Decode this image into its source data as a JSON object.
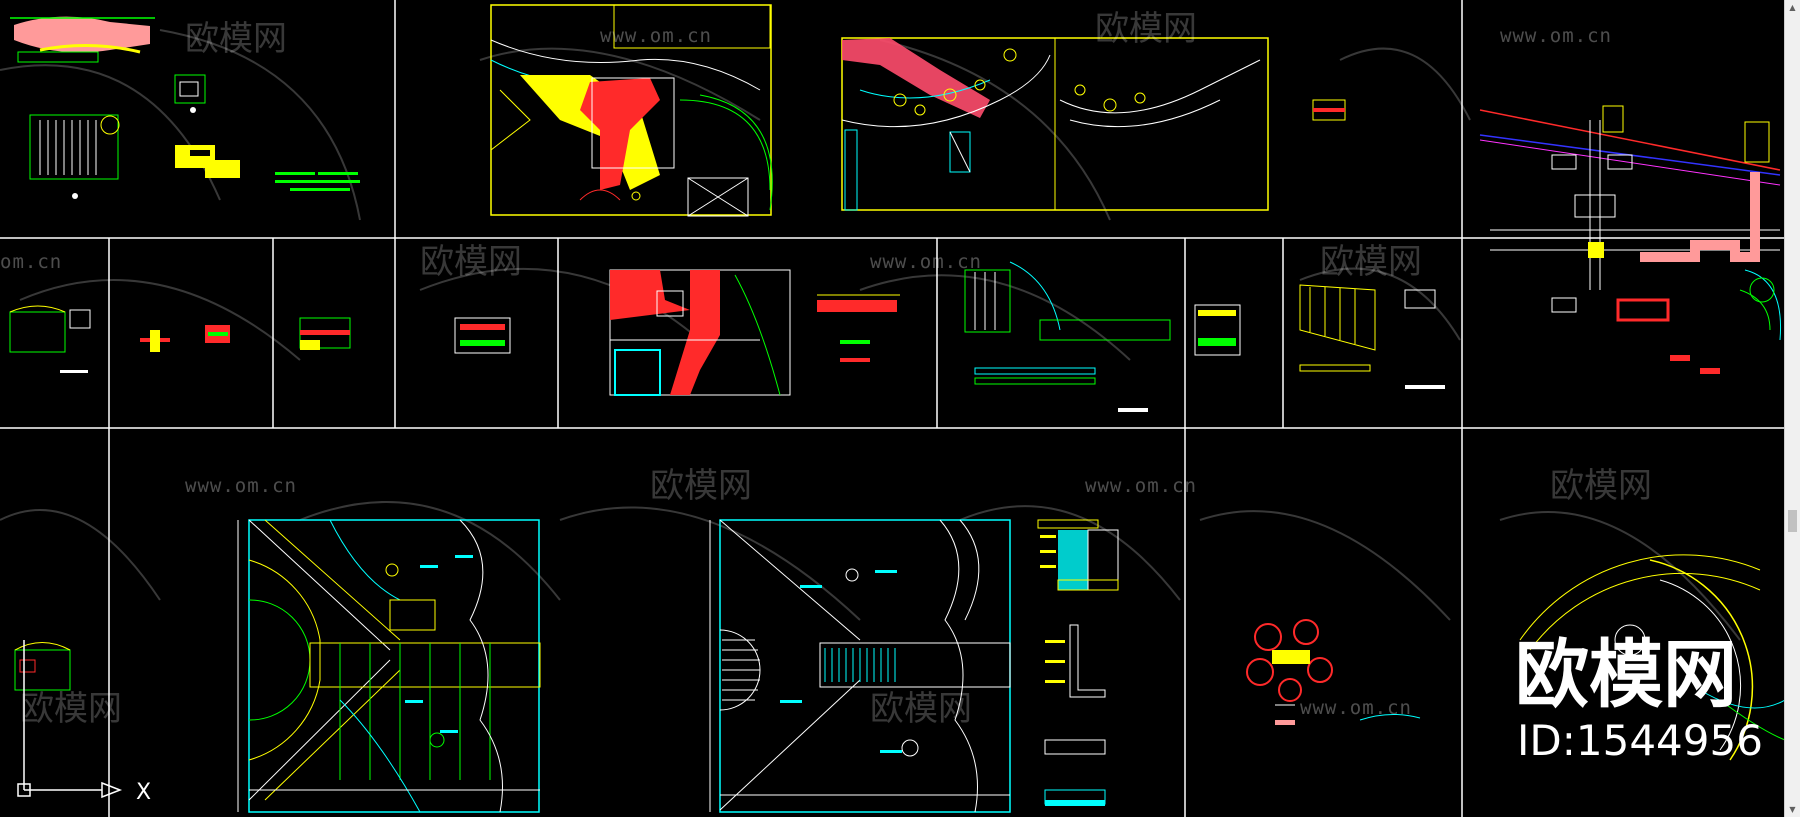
{
  "app": {
    "viewport": "cad-model-space",
    "background": "#000000"
  },
  "watermarks": {
    "brand_text": "欧模网",
    "url_text": "www.om.cn",
    "url_partial": "om.cn"
  },
  "brand_overlay": {
    "name": "欧模网",
    "id_text": "ID:1544956"
  },
  "ucs_icon": {
    "axis_label": "X"
  },
  "colors": {
    "frame": "#ffffff",
    "cyan": "#00ffff",
    "yellow": "#ffff00",
    "green": "#00ff00",
    "red": "#ff2a2a",
    "pink": "#ff9a9a",
    "blue": "#3333ff",
    "magenta": "#ff33ff"
  },
  "scrollbar": {
    "up_icon": "scroll-up-icon",
    "down_icon": "scroll-down-icon"
  }
}
